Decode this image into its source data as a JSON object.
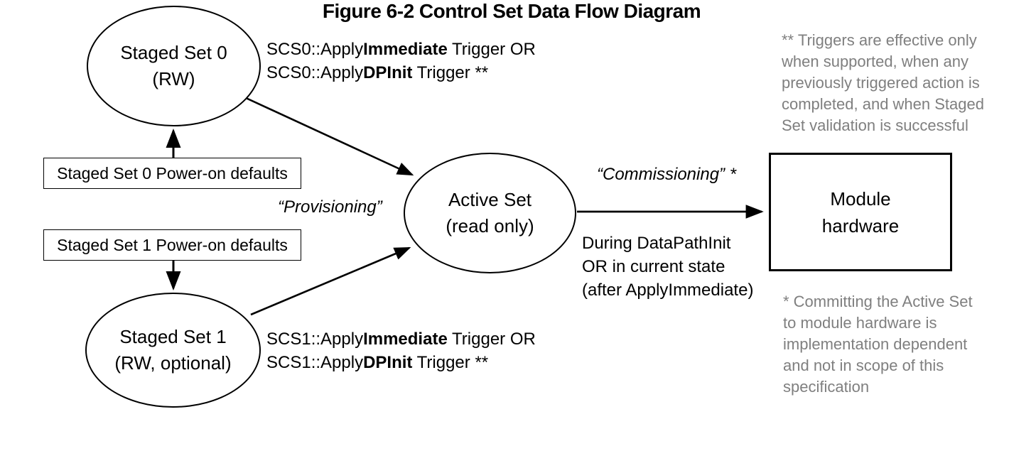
{
  "diagram": {
    "nodes": {
      "staged_set_0": {
        "line1": "Staged Set 0",
        "line2": "(RW)"
      },
      "staged_set_1": {
        "line1": "Staged Set 1",
        "line2": "(RW, optional)"
      },
      "active_set": {
        "line1": "Active Set",
        "line2": "(read only)"
      },
      "module_hardware": {
        "line1": "Module",
        "line2": "hardware"
      },
      "staged_set_0_defaults": {
        "label": "Staged Set 0 Power-on defaults"
      },
      "staged_set_1_defaults": {
        "label": "Staged Set 1 Power-on defaults"
      }
    },
    "labels": {
      "scs0": {
        "line1": {
          "pre": "SCS0::Apply",
          "bold": "Immediate",
          "post": " Trigger OR"
        },
        "line2": {
          "pre": "SCS0::Apply",
          "bold": "DPInit",
          "post": " Trigger **"
        }
      },
      "scs1": {
        "line1": {
          "pre": "SCS1::Apply",
          "bold": "Immediate",
          "post": " Trigger OR"
        },
        "line2": {
          "pre": "SCS1::Apply",
          "bold": "DPInit",
          "post": " Trigger **"
        }
      },
      "provisioning": "“Provisioning”",
      "commissioning": "“Commissioning” *",
      "during": {
        "lines": [
          "During DataPathInit",
          "OR in current state",
          "(after ApplyImmediate)"
        ]
      }
    },
    "footnotes": {
      "triggers": {
        "lines": [
          "** Triggers are effective only",
          "when supported, when any",
          "previously triggered action is",
          "completed, and when Staged",
          "Set validation is successful"
        ]
      },
      "committing": {
        "lines": [
          "* Committing the Active Set",
          "to module hardware is",
          "implementation dependent",
          "and not in scope of this",
          "specification"
        ]
      }
    },
    "caption": "Figure 6-2 Control Set Data Flow Diagram",
    "colors": {
      "ink": "#000000",
      "footnote_gray": "#7f7f7f",
      "background": "#ffffff"
    }
  }
}
